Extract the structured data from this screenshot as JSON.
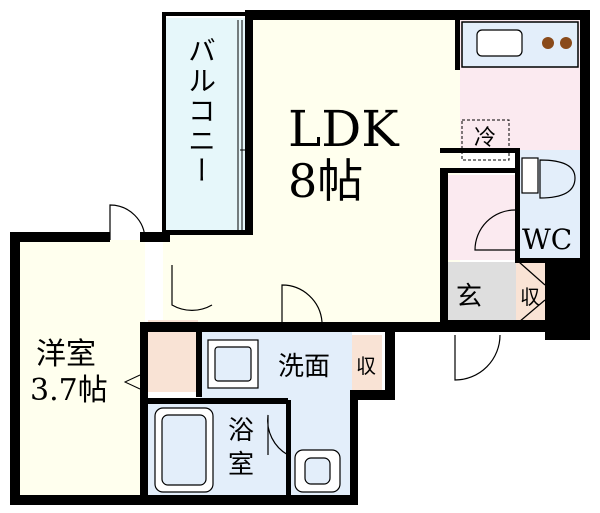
{
  "rooms": {
    "ldk_name": "LDK",
    "ldk_size": "8帖",
    "balcony": "バルコニー",
    "western_name": "洋室",
    "western_size": "3.7帖",
    "bath_line1": "浴",
    "bath_line2": "室",
    "washroom": "洗面",
    "toilet": "WC",
    "entrance": "玄",
    "storage": "収",
    "fridge": "冷"
  },
  "colors": {
    "wall": "#000000",
    "balcony_fill": "#e6f7fa",
    "kitchen_fill": "#fbeaf0",
    "wet_fill": "#e3eefa",
    "storage_fill": "#f9e3d5",
    "entrance_fill": "#dedede",
    "floor_fill": "#ffffee"
  }
}
